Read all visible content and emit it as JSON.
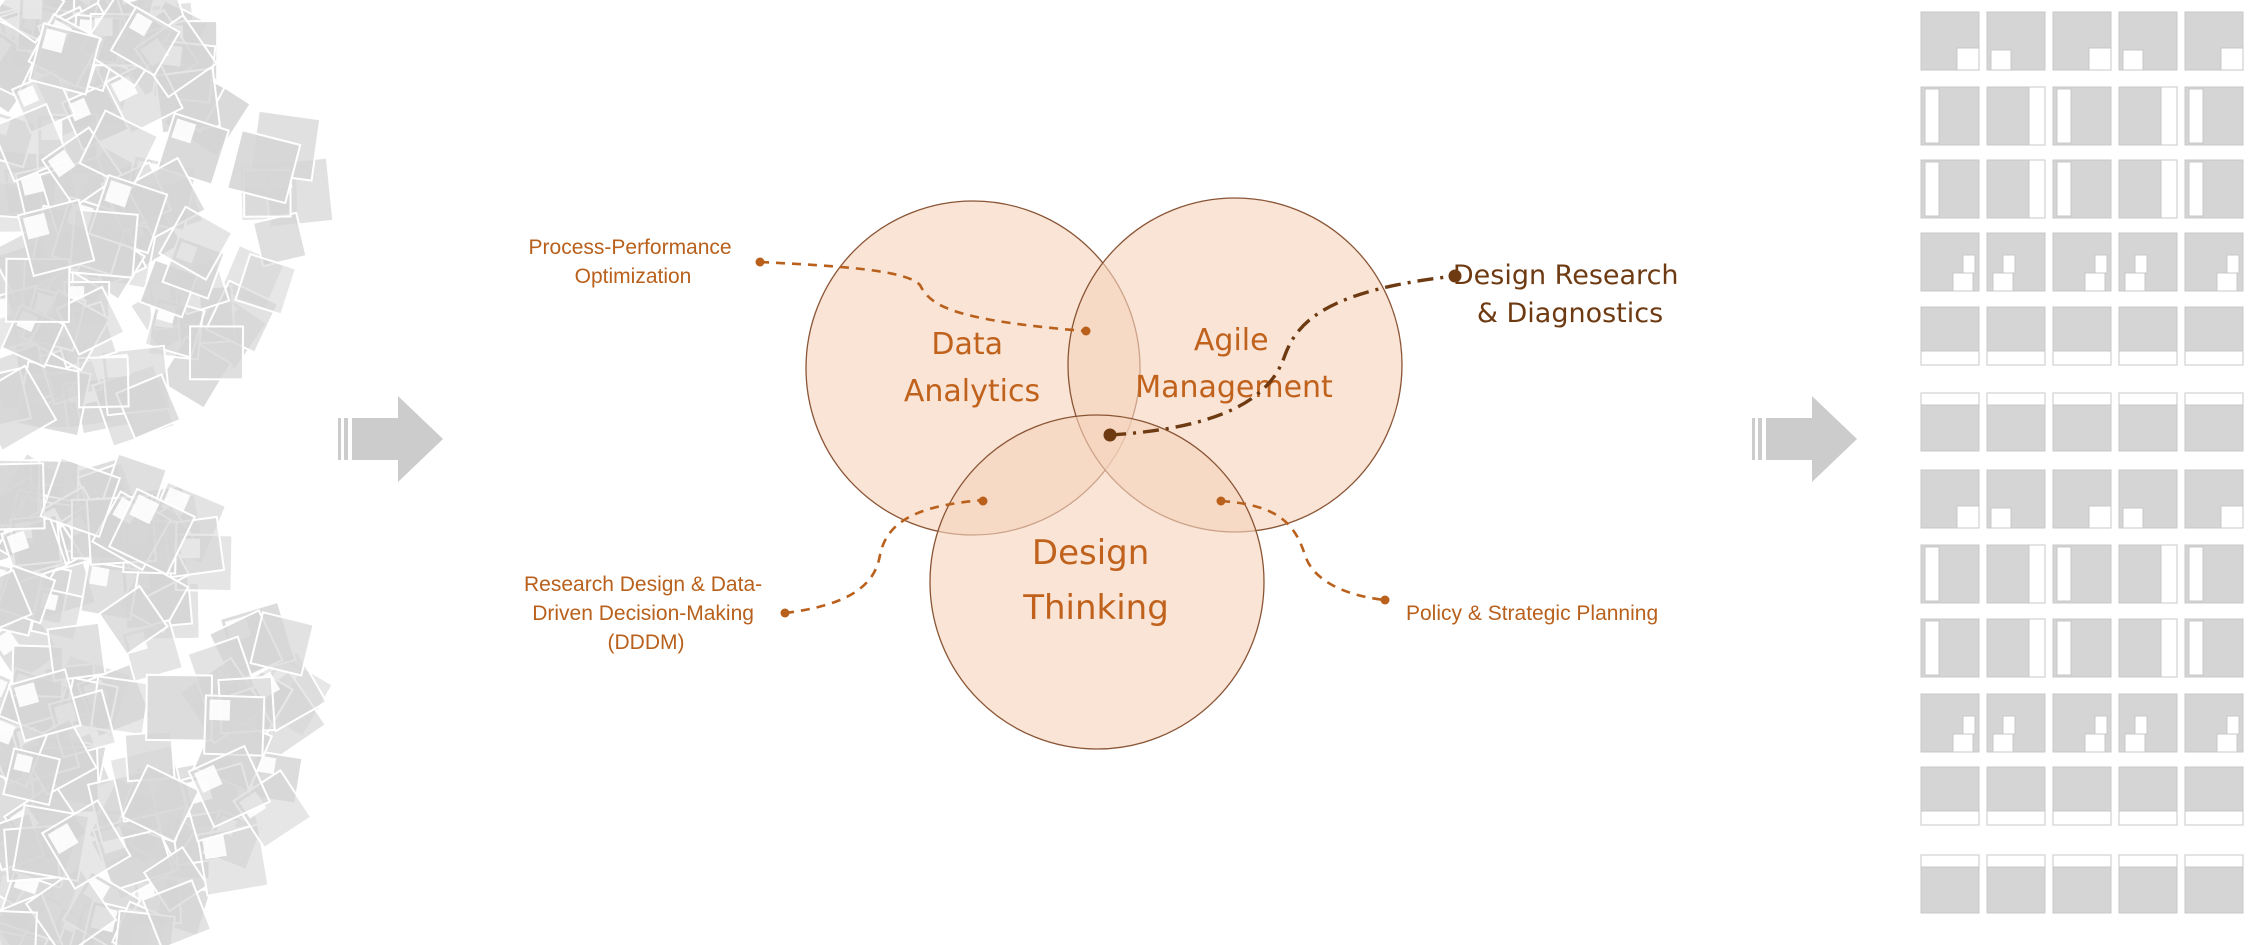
{
  "diagram": {
    "circles": [
      {
        "id": "data",
        "lines": [
          "Data",
          "Analytics"
        ]
      },
      {
        "id": "agile",
        "lines": [
          "Agile",
          "Management"
        ]
      },
      {
        "id": "design",
        "lines": [
          "Design",
          "Thinking"
        ]
      }
    ],
    "callouts": {
      "process": [
        "Process-Performance",
        "Optimization"
      ],
      "research": [
        "Design Research",
        "& Diagnostics"
      ],
      "dddm": [
        "Research Design & Data-",
        "Driven Decision-Making",
        "(DDDM)"
      ],
      "policy": [
        "Policy & Strategic Planning"
      ]
    },
    "colors": {
      "circle_fill": "#f6d3bd",
      "circle_stroke": "#8a5535",
      "label": "#c0621c",
      "callout": "#b8601c",
      "main_connector": "#6e3a12",
      "arrow": "#cccccc",
      "tile": "#d5d5d5"
    }
  }
}
